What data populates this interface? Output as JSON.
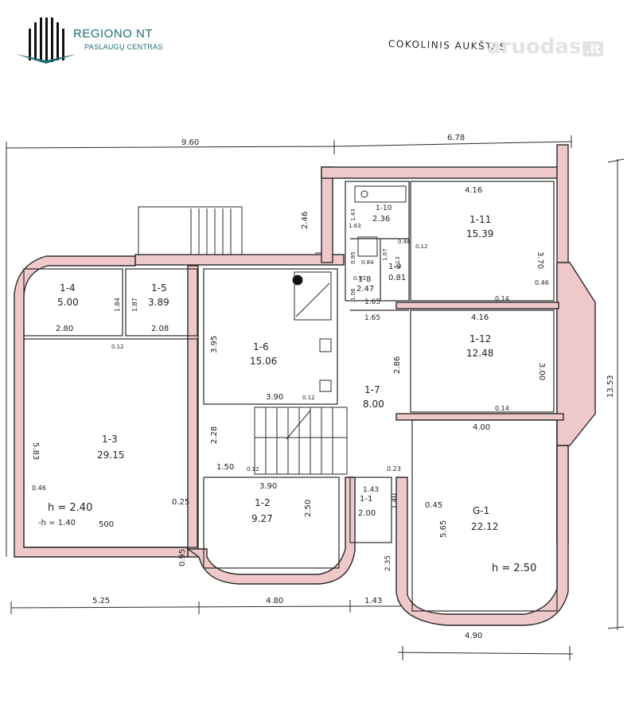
{
  "logo": {
    "title": "REGIONO NT",
    "subtitle": "PASLAUGŲ CENTRAS",
    "brand_color": "#1c6c73"
  },
  "sheet_title": "COKOLINIS AUKŠTAS",
  "watermark": {
    "text": "aruodas",
    "tld": ".lt"
  },
  "colors": {
    "wall_fill": "#efc9c9",
    "ink": "#2a2a2a"
  },
  "rooms": [
    {
      "id": "1-4",
      "area": "5.00"
    },
    {
      "id": "1-5",
      "area": "3.89"
    },
    {
      "id": "1-6",
      "area": "15.06"
    },
    {
      "id": "1-3",
      "area": "29.15"
    },
    {
      "id": "1-2",
      "area": "9.27"
    },
    {
      "id": "1-1",
      "area": "2.00"
    },
    {
      "id": "1-7",
      "area": "8.00"
    },
    {
      "id": "1-8",
      "area": "2.47"
    },
    {
      "id": "1-9",
      "area": "0.81"
    },
    {
      "id": "1-10",
      "area": "2.36"
    },
    {
      "id": "1-11",
      "area": "15.39"
    },
    {
      "id": "1-12",
      "area": "12.48"
    },
    {
      "id": "G-1",
      "area": "22.12"
    }
  ],
  "dimensions": {
    "top_left": "9.60",
    "top_right": "6.78",
    "right_total": "13.53",
    "bottom_a": "5.25",
    "bottom_b": "4.80",
    "bottom_c": "1.43",
    "bottom_d": "4.90",
    "stair_h": "2.46",
    "d_2_80": "2.80",
    "d_2_08": "2.08",
    "d_1_84": "1.84",
    "d_1_87": "1.87",
    "d_0_12a": "0.12",
    "d_3_95": "3.95",
    "d_3_90a": "3.90",
    "d_0_12b": "0.12",
    "d_5_83": "5.83",
    "d_0_46a": "0.46",
    "d_0_25": "0.25",
    "d_5_00": "500",
    "h_room": "h = 2.40",
    "h_floor": "-h = 1.40",
    "d_2_28": "2.28",
    "d_1_50": "1.50",
    "d_0_12c": "0.12",
    "d_3_90b": "3.90",
    "d_2_50": "2.50",
    "d_0_95": "0.95",
    "d_1_43": "1.43",
    "d_1_40": "1.40",
    "d_2_35": "2.35",
    "d_0_23": "0.23",
    "d_2_86": "2.86",
    "d_1_65a": "1.65",
    "d_1_65b": "1.65",
    "d_0_97": "0.97",
    "d_1_06": "1.06",
    "d_0_95b": "0.95",
    "d_0_84": "0.84",
    "d_1_07": "1.07",
    "d_1_13": "1.13",
    "d_0_48": "0.48",
    "d_1_63": "1.63",
    "d_1_43b": "1.43",
    "d_4_16a": "4.16",
    "d_3_70": "3.70",
    "d_0_12d": "0.12",
    "d_0_46b": "0.46",
    "d_0_14a": "0.14",
    "d_4_16b": "4.16",
    "d_3_00": "3.00",
    "d_0_14b": "0.14",
    "d_4_00": "4.00",
    "d_5_65": "5.65",
    "d_0_45": "0.45",
    "h_garage": "h = 2.50"
  }
}
